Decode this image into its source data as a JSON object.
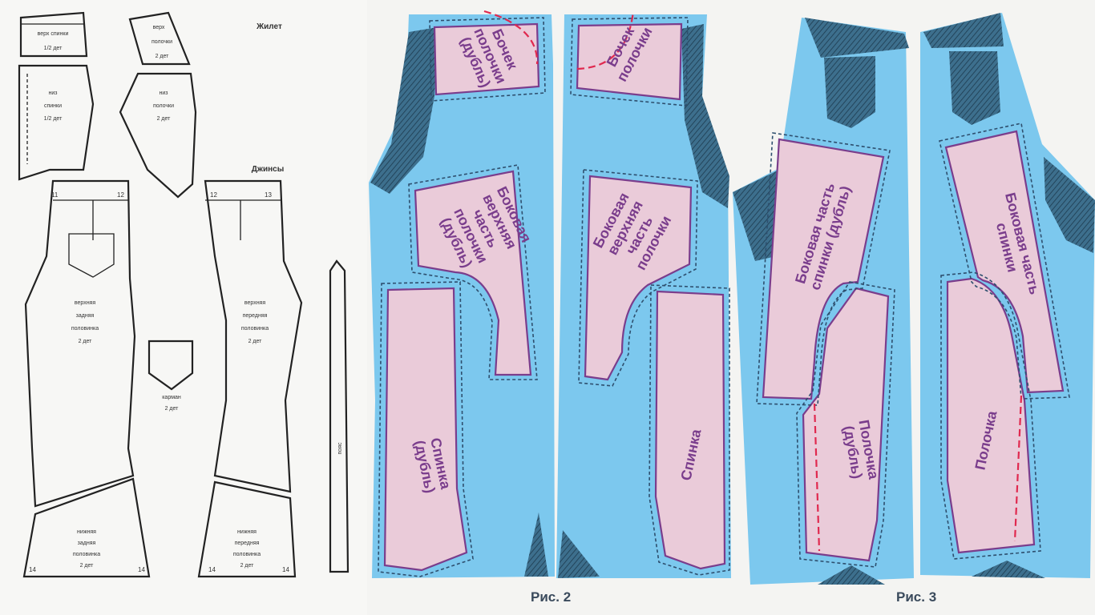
{
  "left_panel": {
    "heading_vest": "Жилет",
    "heading_jeans": "Джинсы",
    "pieces": {
      "vest_back_top": [
        "верх спинки",
        "1/2 дет"
      ],
      "vest_front_top": [
        "верх",
        "полочки",
        "2 дет"
      ],
      "vest_back_bottom": [
        "низ",
        "спинки",
        "1/2 дет"
      ],
      "vest_front_bottom": [
        "низ",
        "полочки",
        "2 дет"
      ],
      "back_upper": [
        "верхняя",
        "задняя",
        "половинка",
        "2 дет"
      ],
      "front_upper": [
        "верхняя",
        "передняя",
        "половинка",
        "2 дет"
      ],
      "pocket": [
        "карман",
        "2 дет"
      ],
      "back_lower": [
        "нижняя",
        "задняя",
        "половинка",
        "2 дет"
      ],
      "front_lower": [
        "нижняя",
        "передняя",
        "половинка",
        "2 дет"
      ],
      "belt": [
        "пояс"
      ]
    }
  },
  "fig2": {
    "caption": "Рис. 2",
    "left_leg": {
      "yoke": [
        "Бочек",
        "полочки",
        "(дубль)"
      ],
      "side_upper": [
        "Боковая",
        "верхняя",
        "часть",
        "полочки",
        "(дубль)"
      ],
      "back": [
        "Спинка",
        "(дубль)"
      ]
    },
    "right_leg": {
      "yoke": [
        "Бочек",
        "полочки"
      ],
      "side_upper": [
        "Боковая",
        "верхняя",
        "часть",
        "полочки"
      ],
      "back": [
        "Спинка"
      ]
    }
  },
  "fig3": {
    "caption": "Рис. 3",
    "left_leg": {
      "side_back": [
        "Боковая часть",
        "спинки (дубль)"
      ],
      "front": [
        "Полочка",
        "(дубль)"
      ]
    },
    "right_leg": {
      "side_back": [
        "Боковая часть",
        "спинки"
      ],
      "front": [
        "Полочка"
      ]
    }
  },
  "colors": {
    "denim": "#7cc8ee",
    "piece_fill": "#eacbd9",
    "label": "#7a3d8c",
    "dash": "#3a5a7a",
    "red_dash": "#e0294f"
  }
}
